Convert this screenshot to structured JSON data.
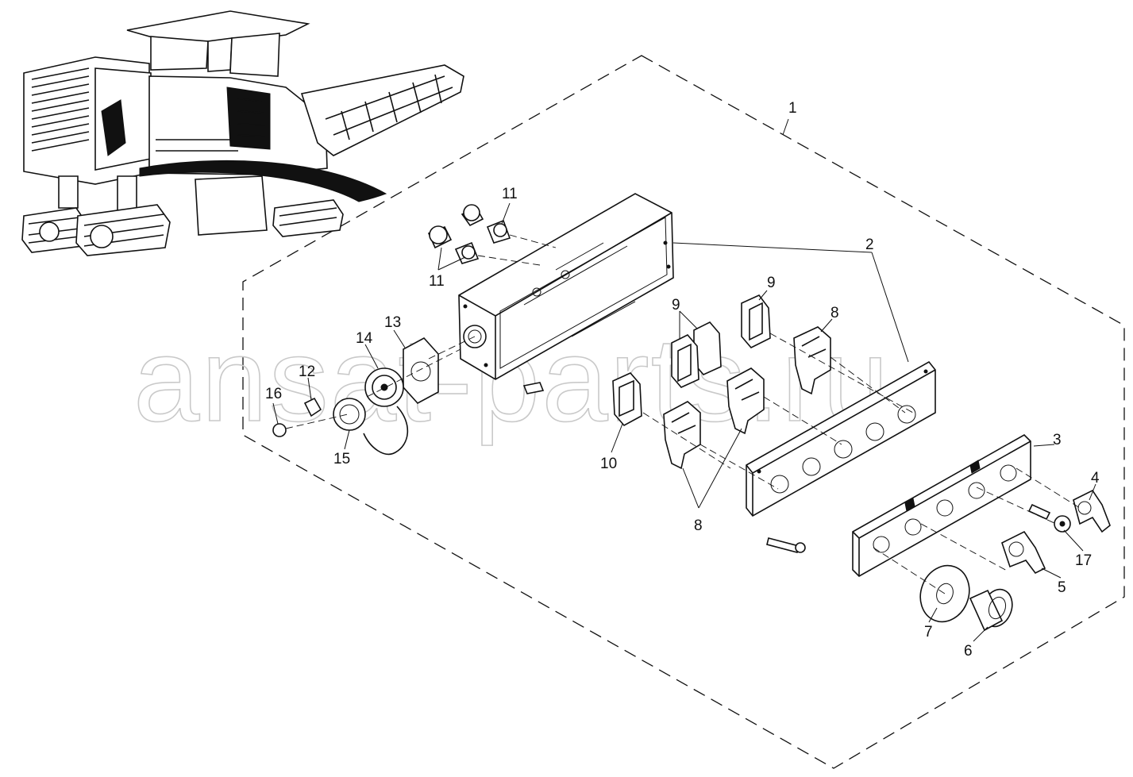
{
  "diagram": {
    "watermark": "ansat-parts.ru",
    "callouts": [
      {
        "id": "c1",
        "text": "1"
      },
      {
        "id": "c2",
        "text": "2"
      },
      {
        "id": "c3",
        "text": "3"
      },
      {
        "id": "c4",
        "text": "4"
      },
      {
        "id": "c5",
        "text": "5"
      },
      {
        "id": "c6",
        "text": "6"
      },
      {
        "id": "c7",
        "text": "7"
      },
      {
        "id": "c8a",
        "text": "8"
      },
      {
        "id": "c8b",
        "text": "8"
      },
      {
        "id": "c9a",
        "text": "9"
      },
      {
        "id": "c9b",
        "text": "9"
      },
      {
        "id": "c10",
        "text": "10"
      },
      {
        "id": "c11a",
        "text": "11"
      },
      {
        "id": "c11b",
        "text": "11"
      },
      {
        "id": "c12",
        "text": "12"
      },
      {
        "id": "c13",
        "text": "13"
      },
      {
        "id": "c14",
        "text": "14"
      },
      {
        "id": "c15",
        "text": "15"
      },
      {
        "id": "c16",
        "text": "16"
      },
      {
        "id": "c17",
        "text": "17"
      }
    ]
  }
}
